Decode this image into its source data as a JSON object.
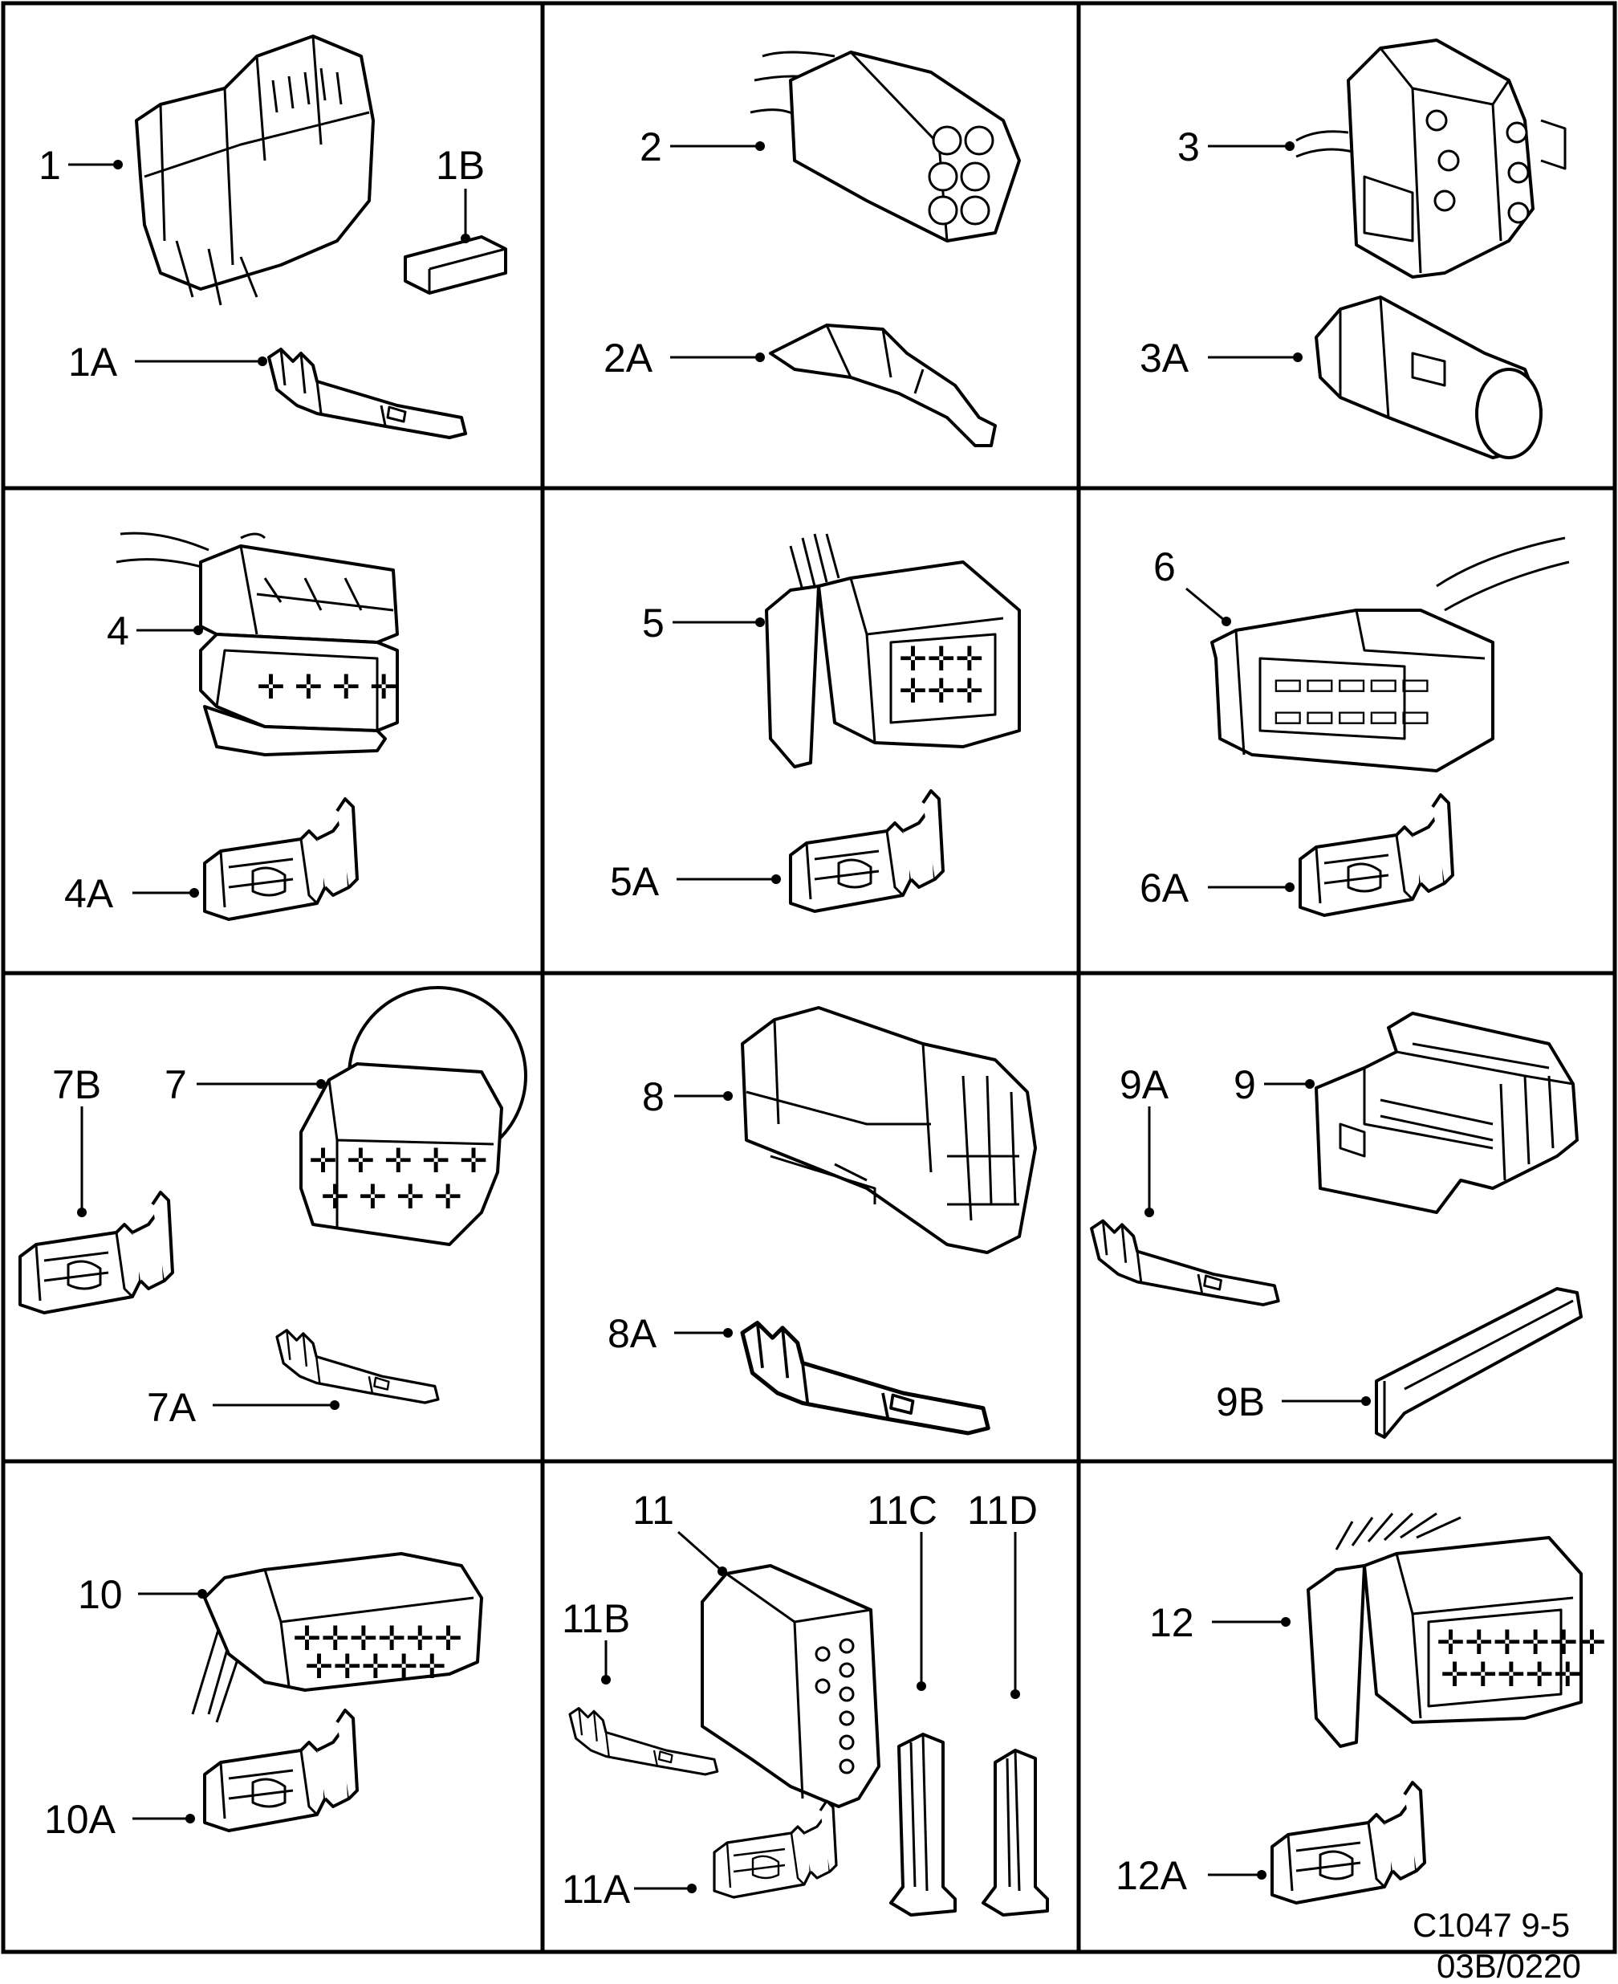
{
  "labels": {
    "c1": "1",
    "c1a": "1A",
    "c1b": "1B",
    "c2": "2",
    "c2a": "2A",
    "c3": "3",
    "c3a": "3A",
    "c4": "4",
    "c4a": "4A",
    "c5": "5",
    "c5a": "5A",
    "c6": "6",
    "c6a": "6A",
    "c7": "7",
    "c7a": "7A",
    "c7b": "7B",
    "c8": "8",
    "c8a": "8A",
    "c9": "9",
    "c9a": "9A",
    "c9b": "9B",
    "c10": "10",
    "c10a": "10A",
    "c11": "11",
    "c11a": "11A",
    "c11b": "11B",
    "c11c": "11C",
    "c11d": "11D",
    "c12": "12",
    "c12a": "12A"
  },
  "figure_ref": "C1047 9-5",
  "figure_code": "03B/0220"
}
